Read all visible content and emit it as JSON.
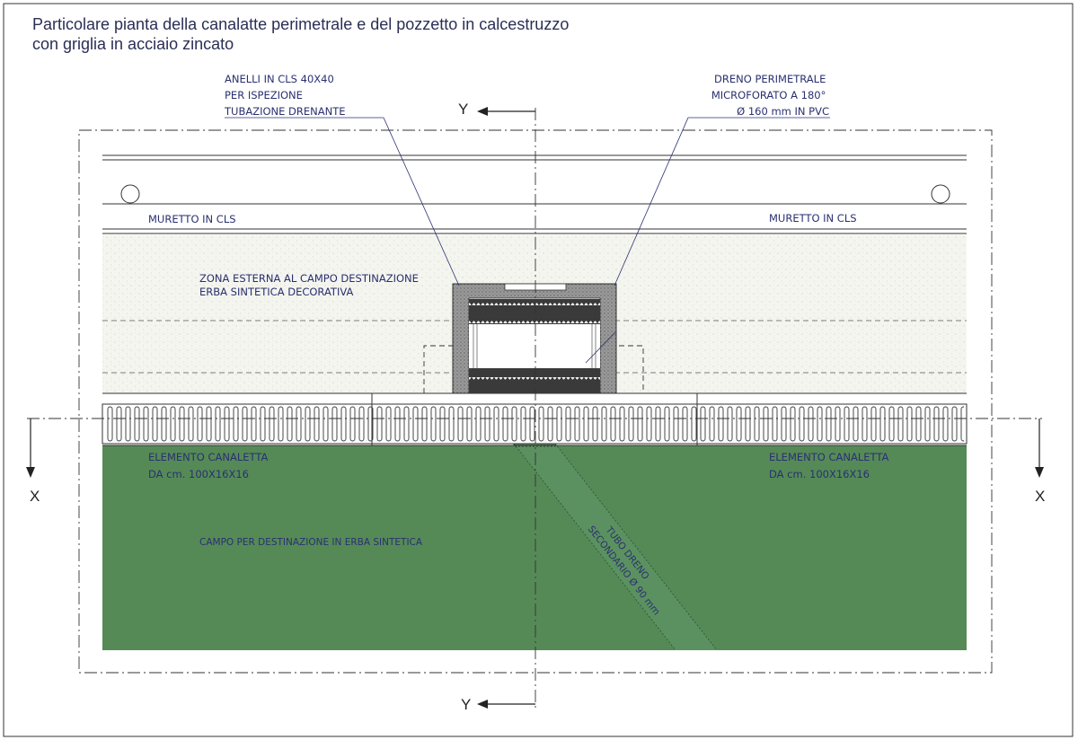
{
  "title": {
    "line1": "Particolare pianta della canalatte perimetrale e del pozzetto in calcestruzzo",
    "line2": "con griglia in acciaio zincato"
  },
  "labels": {
    "anelli": [
      "ANELLI IN CLS 40X40",
      "PER ISPEZIONE",
      "TUBAZIONE DRENANTE"
    ],
    "dreno": [
      "DRENO PERIMETRALE",
      "MICROFORATO A 180°",
      "Ø 160 mm IN PVC"
    ],
    "muretto_left": "MURETTO IN CLS",
    "muretto_right": "MURETTO IN CLS",
    "zona": [
      "ZONA ESTERNA AL CAMPO DESTINAZIONE",
      "ERBA SINTETICA DECORATIVA"
    ],
    "canaletta_left": [
      "ELEMENTO CANALETTA",
      "DA cm. 100X16X16"
    ],
    "canaletta_right": [
      "ELEMENTO CANALETTA",
      "DA cm. 100X16X16"
    ],
    "campo": "CAMPO PER DESTINAZIONE IN ERBA SINTETICA",
    "tubo": [
      "TUBO DRENO",
      "SECONDARIO Ø 90 mm"
    ]
  },
  "axes": {
    "y_top": "Y",
    "y_bottom": "Y",
    "x_left": "X",
    "x_right": "X"
  },
  "colors": {
    "field_green": "#558a57",
    "line_navy": "#2a3070",
    "concrete_grey": "#8c8c8c",
    "dark_pipe": "#3a3a3a",
    "grass_texture": "#f3f4ee"
  }
}
